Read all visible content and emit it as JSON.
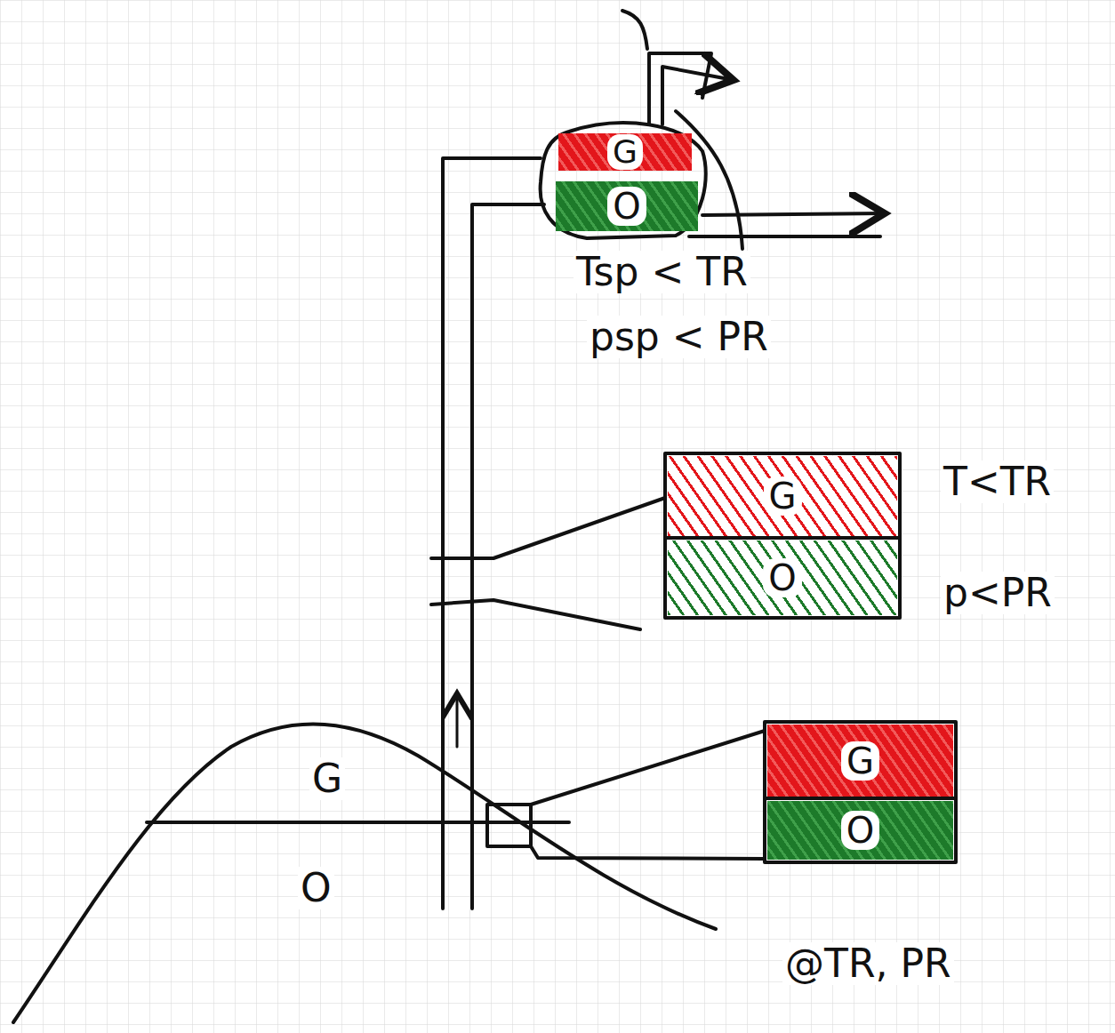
{
  "diagram": {
    "nodes": [
      {
        "text": [
          "G"
        ]
      },
      {
        "text": [
          "O"
        ]
      },
      {
        "text": [
          "G"
        ]
      },
      {
        "text": [
          "O"
        ]
      },
      {
        "text": [
          "G"
        ]
      },
      {
        "text": [
          "O"
        ]
      }
    ],
    "labels": [
      "Tsp < TR",
      "psp < PR",
      "T<TR",
      "p<PR",
      "G",
      "O",
      "@TR, PR"
    ]
  }
}
